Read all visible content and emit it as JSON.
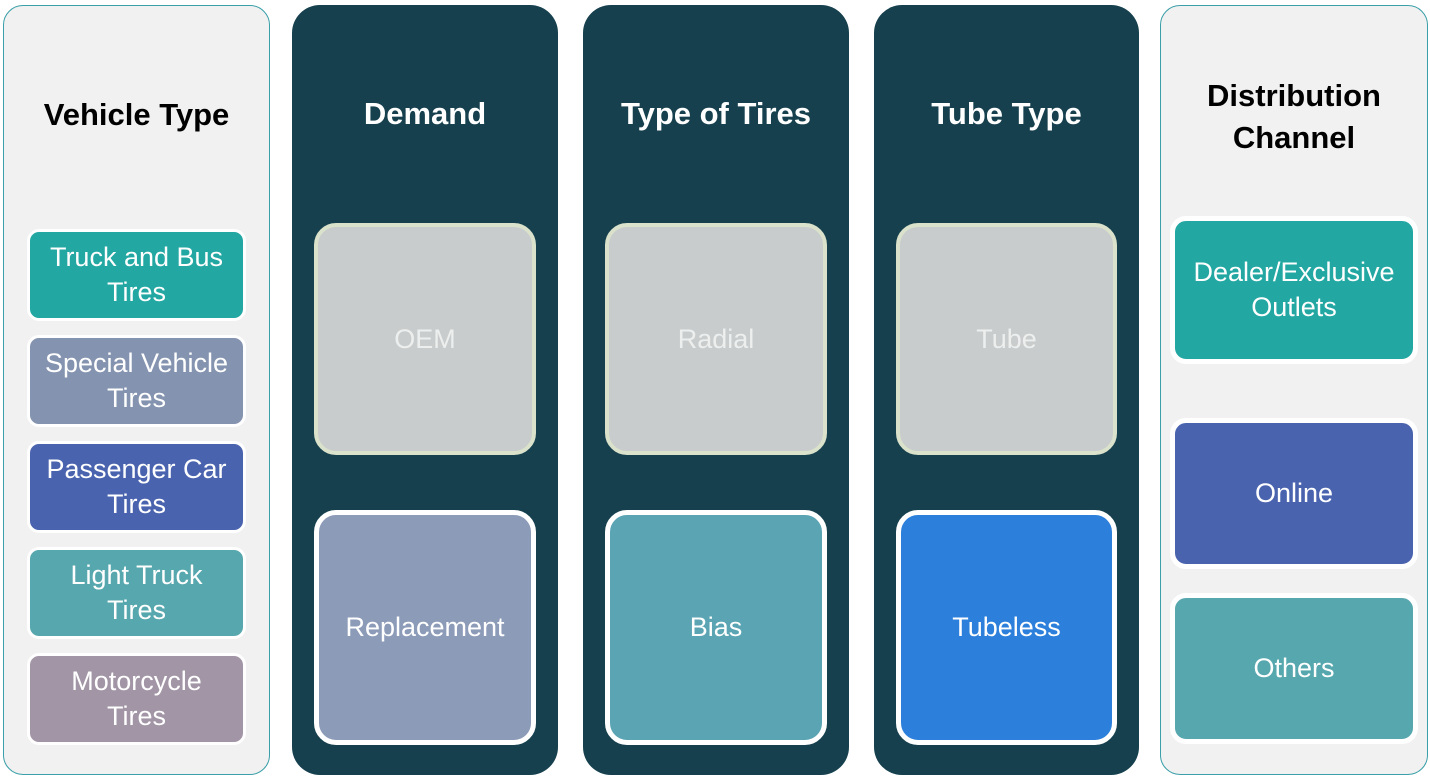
{
  "colors": {
    "page_bg": "#FFFFFF",
    "light_column_bg": "#F1F1F1",
    "light_column_border": "#3A9FA8",
    "dark_column_bg": "#16404E",
    "light_title_color": "#000000",
    "dark_title_color": "#FFFFFF",
    "gray_box_border": "#DAE2CB",
    "white_box_border": "#FFFFFF"
  },
  "columns": [
    {
      "title": "Vehicle Type",
      "theme": "light",
      "items": [
        {
          "label": "Truck and Bus Tires",
          "bg": "#22A7A2",
          "text_color": "#FFFFFF"
        },
        {
          "label": "Special Vehicle Tires",
          "bg": "#8493AF",
          "text_color": "#FFFFFF"
        },
        {
          "label": "Passenger Car Tires",
          "bg": "#4A63AE",
          "text_color": "#FFFFFF"
        },
        {
          "label": "Light Truck Tires",
          "bg": "#57A7AE",
          "text_color": "#FFFFFF"
        },
        {
          "label": "Motorcycle Tires",
          "bg": "#A295A6",
          "text_color": "#FFFFFF"
        }
      ]
    },
    {
      "title": "Demand",
      "theme": "dark",
      "items": [
        {
          "label": "OEM",
          "bg": "#C9CCCC",
          "border": "#DAE2CB",
          "text_color": "#EDEFEF"
        },
        {
          "label": "Replacement",
          "bg": "#8C9BB8",
          "border": "#FFFFFF",
          "text_color": "#FFFFFF"
        }
      ]
    },
    {
      "title": "Type of Tires",
      "theme": "dark",
      "items": [
        {
          "label": "Radial",
          "bg": "#C9CCCC",
          "border": "#DAE2CB",
          "text_color": "#EDEFEF"
        },
        {
          "label": "Bias",
          "bg": "#5AA4B3",
          "border": "#FFFFFF",
          "text_color": "#FFFFFF"
        }
      ]
    },
    {
      "title": "Tube Type",
      "theme": "dark",
      "items": [
        {
          "label": "Tube",
          "bg": "#C9CCCC",
          "border": "#DAE2CB",
          "text_color": "#EDEFEF"
        },
        {
          "label": "Tubeless",
          "bg": "#2C80DB",
          "border": "#FFFFFF",
          "text_color": "#FFFFFF"
        }
      ]
    },
    {
      "title": "Distribution Channel",
      "theme": "light",
      "items": [
        {
          "label": "Dealer/Exclusive Outlets",
          "bg": "#22A7A2",
          "text_color": "#FFFFFF"
        },
        {
          "label": "Online",
          "bg": "#4A63AE",
          "text_color": "#FFFFFF"
        },
        {
          "label": "Others",
          "bg": "#57A7AE",
          "text_color": "#FFFFFF"
        }
      ]
    }
  ]
}
